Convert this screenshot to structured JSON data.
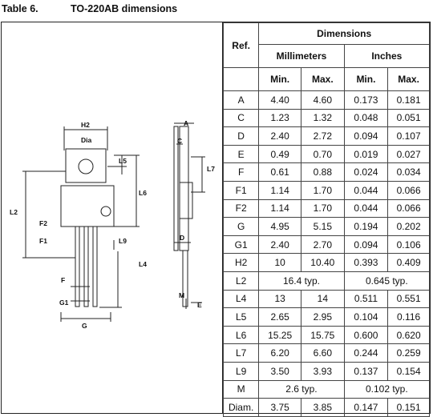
{
  "caption": {
    "number": "Table 6.",
    "title": "TO-220AB dimensions"
  },
  "table": {
    "header_ref": "Ref.",
    "header_dimensions": "Dimensions",
    "header_mm": "Millimeters",
    "header_in": "Inches",
    "header_min": "Min.",
    "header_max": "Max.",
    "rows": [
      {
        "ref": "A",
        "mm_min": "4.40",
        "mm_max": "4.60",
        "in_min": "0.173",
        "in_max": "0.181"
      },
      {
        "ref": "C",
        "mm_min": "1.23",
        "mm_max": "1.32",
        "in_min": "0.048",
        "in_max": "0.051"
      },
      {
        "ref": "D",
        "mm_min": "2.40",
        "mm_max": "2.72",
        "in_min": "0.094",
        "in_max": "0.107"
      },
      {
        "ref": "E",
        "mm_min": "0.49",
        "mm_max": "0.70",
        "in_min": "0.019",
        "in_max": "0.027"
      },
      {
        "ref": "F",
        "mm_min": "0.61",
        "mm_max": "0.88",
        "in_min": "0.024",
        "in_max": "0.034"
      },
      {
        "ref": "F1",
        "mm_min": "1.14",
        "mm_max": "1.70",
        "in_min": "0.044",
        "in_max": "0.066"
      },
      {
        "ref": "F2",
        "mm_min": "1.14",
        "mm_max": "1.70",
        "in_min": "0.044",
        "in_max": "0.066"
      },
      {
        "ref": "G",
        "mm_min": "4.95",
        "mm_max": "5.15",
        "in_min": "0.194",
        "in_max": "0.202"
      },
      {
        "ref": "G1",
        "mm_min": "2.40",
        "mm_max": "2.70",
        "in_min": "0.094",
        "in_max": "0.106"
      },
      {
        "ref": "H2",
        "mm_min": "10",
        "mm_max": "10.40",
        "in_min": "0.393",
        "in_max": "0.409"
      },
      {
        "ref": "L2",
        "mm_typ": "16.4 typ.",
        "in_typ": "0.645 typ."
      },
      {
        "ref": "L4",
        "mm_min": "13",
        "mm_max": "14",
        "in_min": "0.511",
        "in_max": "0.551"
      },
      {
        "ref": "L5",
        "mm_min": "2.65",
        "mm_max": "2.95",
        "in_min": "0.104",
        "in_max": "0.116"
      },
      {
        "ref": "L6",
        "mm_min": "15.25",
        "mm_max": "15.75",
        "in_min": "0.600",
        "in_max": "0.620"
      },
      {
        "ref": "L7",
        "mm_min": "6.20",
        "mm_max": "6.60",
        "in_min": "0.244",
        "in_max": "0.259"
      },
      {
        "ref": "L9",
        "mm_min": "3.50",
        "mm_max": "3.93",
        "in_min": "0.137",
        "in_max": "0.154"
      },
      {
        "ref": "M",
        "mm_typ": "2.6 typ.",
        "in_typ": "0.102 typ."
      },
      {
        "ref": "Diam.",
        "mm_min": "3.75",
        "mm_max": "3.85",
        "in_min": "0.147",
        "in_max": "0.151"
      }
    ]
  },
  "drawing_labels": {
    "h2": "H2",
    "dia": "Dia",
    "l5": "L5",
    "l6": "L6",
    "l2": "L2",
    "f2": "F2",
    "f1": "F1",
    "l9": "L9",
    "l4": "L4",
    "f": "F",
    "g1": "G1",
    "g": "G",
    "a": "A",
    "c": "C",
    "l7": "L7",
    "d": "D",
    "m": "M",
    "e": "E"
  }
}
